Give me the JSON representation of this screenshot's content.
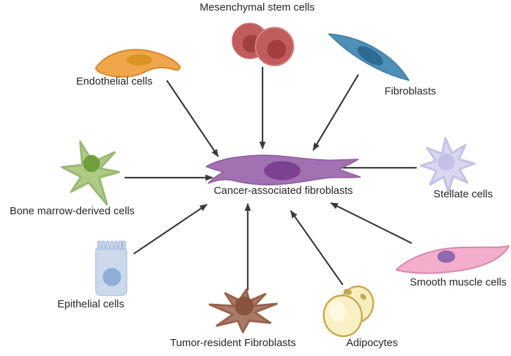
{
  "diagram": {
    "type": "radial-concept-diagram",
    "center": {
      "id": "cancer-associated-fibroblasts",
      "label": "Cancer-associated fibroblasts",
      "color": "#a171b1",
      "nucleus_color": "#7c4191"
    },
    "sources": [
      {
        "id": "mesenchymal-stem-cells",
        "label": "Mesenchymal stem cells",
        "color": "#c05c5c",
        "nucleus_color": "#a23e3e"
      },
      {
        "id": "endothelial-cells",
        "label": "Endothelial cells",
        "color": "#f0a74b",
        "nucleus_color": "#d8941f"
      },
      {
        "id": "fibroblasts",
        "label": "Fibroblasts",
        "color": "#4e8fb8",
        "nucleus_color": "#2e6b92"
      },
      {
        "id": "bone-marrow-derived-cells",
        "label": "Bone marrow-derived cells",
        "color": "#aecb85",
        "nucleus_color": "#6f9e3a"
      },
      {
        "id": "stellate-cells",
        "label": "Stellate cells",
        "color": "#d9d6ef",
        "nucleus_color": "#c5c0e6"
      },
      {
        "id": "epithelial-cells",
        "label": "Epithelial cells",
        "color": "#ccd9ec",
        "nucleus_color": "#8fb0d6"
      },
      {
        "id": "tumor-resident-fibroblasts",
        "label": "Tumor-resident Fibroblasts",
        "color": "#a97b67",
        "nucleus_color": "#8a533d"
      },
      {
        "id": "adipocytes",
        "label": "Adipocytes",
        "color": "#f8efc2",
        "nucleus_color": "#c9a94e"
      },
      {
        "id": "smooth-muscle-cells",
        "label": "Smooth muscle cells",
        "color": "#f2aecb",
        "nucleus_color": "#8f6cb0"
      }
    ],
    "edges": [
      {
        "from": "Mesenchymal stem cells",
        "to": "Cancer-associated fibroblasts"
      },
      {
        "from": "Endothelial cells",
        "to": "Cancer-associated fibroblasts"
      },
      {
        "from": "Fibroblasts",
        "to": "Cancer-associated fibroblasts"
      },
      {
        "from": "Bone marrow-derived cells",
        "to": "Cancer-associated fibroblasts"
      },
      {
        "from": "Stellate cells",
        "to": "Cancer-associated fibroblasts"
      },
      {
        "from": "Epithelial cells",
        "to": "Cancer-associated fibroblasts"
      },
      {
        "from": "Tumor-resident Fibroblasts",
        "to": "Cancer-associated fibroblasts"
      },
      {
        "from": "Adipocytes",
        "to": "Cancer-associated fibroblasts"
      },
      {
        "from": "Smooth muscle cells",
        "to": "Cancer-associated fibroblasts"
      }
    ],
    "arrow_color": "#3a3a3a",
    "background_color": "#ffffff"
  }
}
